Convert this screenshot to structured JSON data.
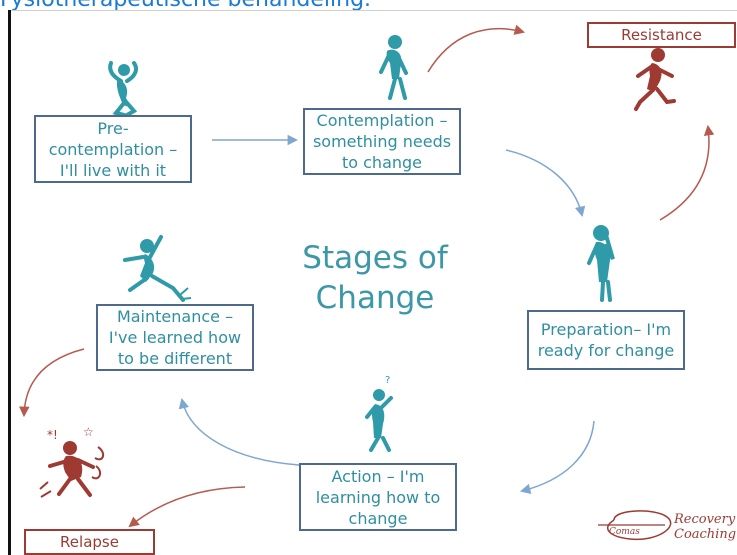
{
  "header": {
    "cut_title": "Fysiotherapeutische behandeling."
  },
  "diagram": {
    "center_title": "Stages of Change",
    "stages": {
      "precontemplation": "Pre-contemplation – I'll live with it",
      "contemplation": "Contemplation – something needs to change",
      "preparation": "Preparation– I'm ready for change",
      "action": "Action – I'm learning how to change",
      "maintenance": "Maintenance – I've learned how to be different"
    },
    "outcomes": {
      "resistance": "Resistance",
      "relapse": "Relapse"
    }
  },
  "logo": {
    "circle_text": "Comas",
    "line1": "Recovery",
    "line2": "Coaching"
  },
  "colors": {
    "teal": "#2f8fa0",
    "blue_border": "#4d6a8c",
    "red": "#9b3b34",
    "blue_arrow": "#7ea7cf",
    "red_arrow": "#b65a4f"
  },
  "icons": {
    "precontemplation_figure": "worried-person-icon",
    "contemplation_figure": "bent-over-person-icon",
    "preparation_figure": "thinking-person-icon",
    "action_figure": "questioning-person-icon",
    "maintenance_figure": "dancing-person-icon",
    "resistance_figure": "running-person-icon",
    "relapse_figure": "angry-person-icon"
  }
}
